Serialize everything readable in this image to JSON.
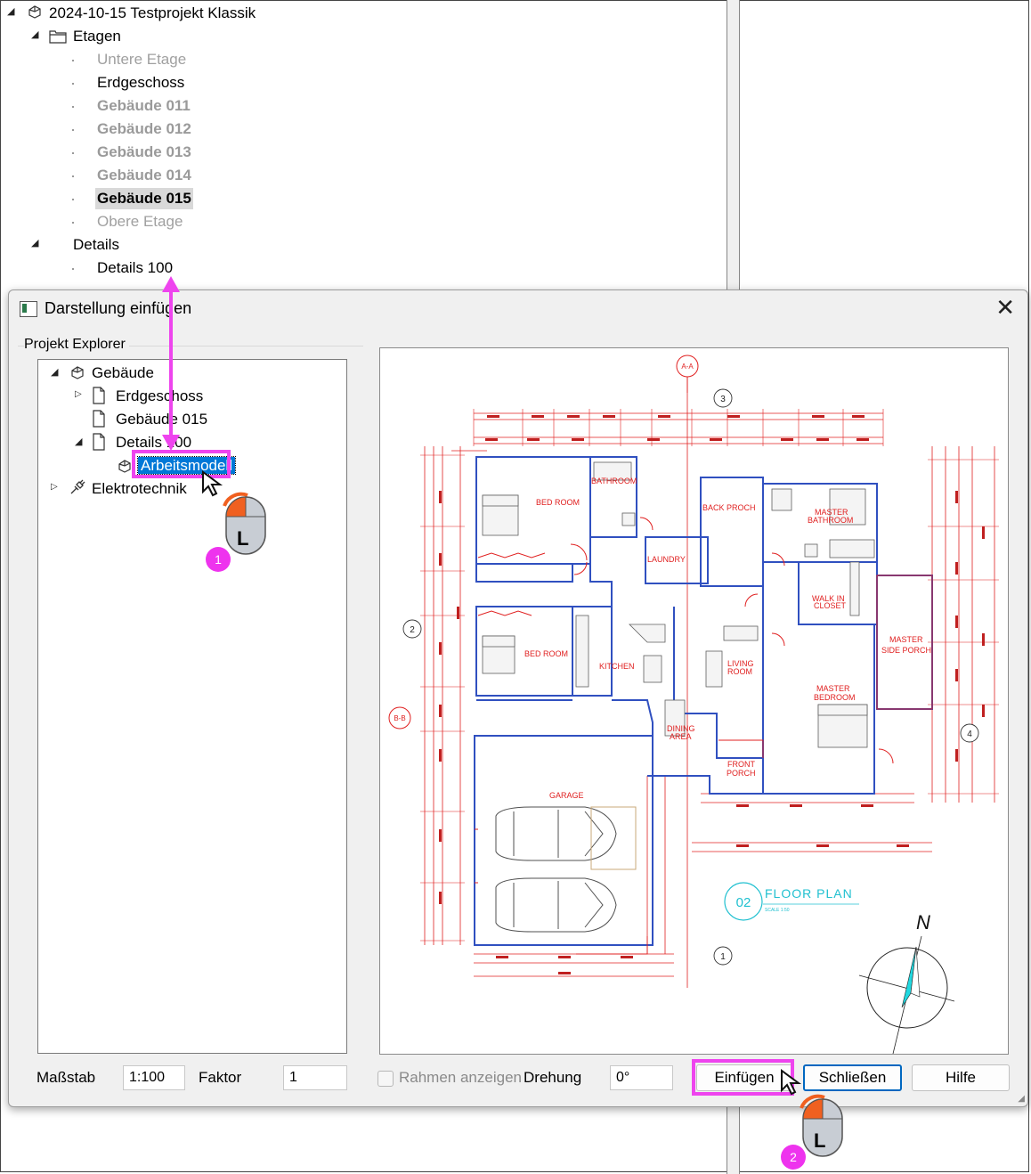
{
  "background_tree": {
    "project": "2024-10-15 Testprojekt Klassik",
    "etagen": "Etagen",
    "untere_etage": "Untere Etage",
    "erdgeschoss": "Erdgeschoss",
    "gebaeude_011": "Gebäude 011",
    "gebaeude_012": "Gebäude 012",
    "gebaeude_013": "Gebäude 013",
    "gebaeude_014": "Gebäude 014",
    "gebaeude_015": "Gebäude 015",
    "obere_etage": "Obere Etage",
    "details": "Details",
    "details_100": "Details 100"
  },
  "dialog": {
    "title": "Darstellung einfügen",
    "close_glyph": "✕",
    "explorer_label": "Projekt Explorer",
    "tree": {
      "gebaeude": "Gebäude",
      "erdgeschoss": "Erdgeschoss",
      "gebaeude_015": "Gebäude 015",
      "details_100": "Details 100",
      "arbeitsmodell": "Arbeitsmodell",
      "elektrotechnik": "Elektrotechnik"
    },
    "massstab_label": "Maßstab",
    "massstab_value": "1:100",
    "faktor_label": "Faktor",
    "faktor_value": "1",
    "rahmen_label": "Rahmen anzeigen",
    "drehung_label": "Drehung",
    "drehung_value": "0°",
    "einfuegen": "Einfügen",
    "schliessen": "Schließen",
    "hilfe": "Hilfe"
  },
  "plan": {
    "rooms": {
      "bed_room_1": "BED ROOM",
      "bathroom": "BATHROOM",
      "back_porch": "BACK PROCH",
      "master_bathroom_1": "MASTER",
      "master_bathroom_2": "BATHROOM",
      "laundry": "LAUNDRY",
      "walk_in_1": "WALK IN",
      "walk_in_2": "CLOSET",
      "master_side_1": "MASTER",
      "master_side_2": "SIDE PORCH",
      "bed_room_2": "BED ROOM",
      "kitchen": "KITCHEN",
      "living_1": "LIVING",
      "living_2": "ROOM",
      "master_bed_1": "MASTER",
      "master_bed_2": "BEDROOM",
      "dining_1": "DINING",
      "dining_2": "AREA",
      "front_porch_1": "FRONT",
      "front_porch_2": "PORCH",
      "garage": "GARAGE"
    },
    "title_number": "02",
    "title": "FLOOR PLAN",
    "scale": "SCALE 1:50",
    "north": "N",
    "section_a": "A-A",
    "section_b": "B-B",
    "axis_1": "1",
    "axis_2": "2",
    "axis_3": "3",
    "axis_4": "4"
  },
  "annotations": {
    "step1": "1",
    "step2": "2",
    "mouse_letter": "L"
  },
  "colors": {
    "highlight": "#ee44ee",
    "selection": "#0078d7",
    "plan_red": "#e02020",
    "plan_blue": "#3050c0",
    "plan_cyan": "#20c0d0"
  }
}
